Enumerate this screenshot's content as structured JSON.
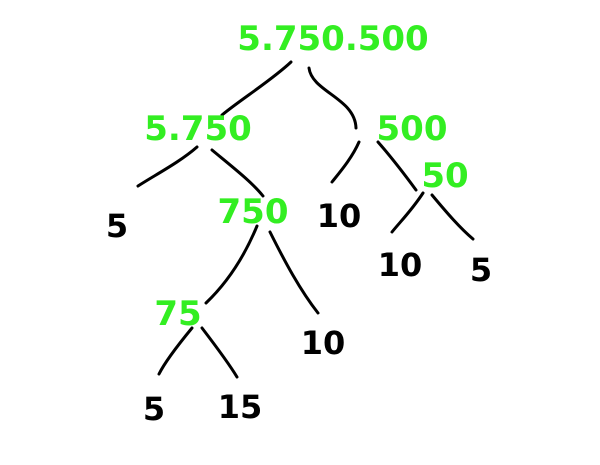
{
  "colors": {
    "composite": "#33ee22",
    "leaf": "#000000",
    "edge": "#000000"
  },
  "nodes": {
    "root": "5.750.500",
    "n5750": "5.750",
    "n500": "500",
    "n5_left": "5",
    "n750": "750",
    "n10_mid": "10",
    "n50": "50",
    "n75": "75",
    "n10_low": "10",
    "n10_right": "10",
    "n5_right": "5",
    "n5_bottom": "5",
    "n15": "15"
  }
}
